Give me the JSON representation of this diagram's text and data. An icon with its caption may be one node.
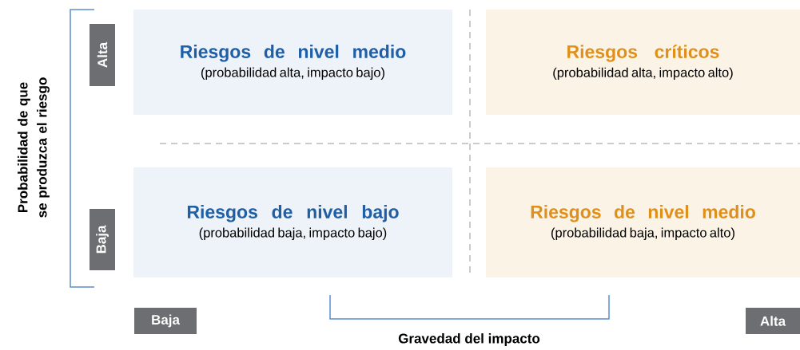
{
  "diagram": {
    "nodes": [
      {
        "text": [
          "Riesgos de nivel medio",
          "(probabilidad alta, impacto bajo)"
        ]
      },
      {
        "text": [
          "Riesgos críticos",
          "(probabilidad alta, impacto alto)"
        ]
      },
      {
        "text": [
          "Riesgos de nivel bajo",
          "(probabilidad baja, impacto bajo)"
        ]
      },
      {
        "text": [
          "Riesgos de nivel medio",
          "(probabilidad baja, impacto alto)"
        ]
      },
      {
        "text": [
          "Alta"
        ]
      },
      {
        "text": [
          "Baja"
        ]
      },
      {
        "text": [
          "Baja"
        ]
      },
      {
        "text": [
          "Alta"
        ]
      }
    ],
    "labels": [
      "Probabilidad de que se produzca el riesgo",
      "Gravedad del impacto"
    ]
  }
}
